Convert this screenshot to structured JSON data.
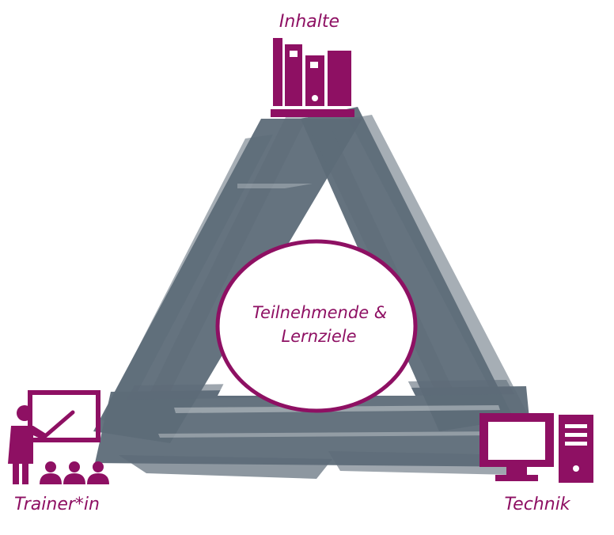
{
  "diagram": {
    "nodes": {
      "top": {
        "label": "Inhalte",
        "icon": "books-icon"
      },
      "left": {
        "label": "Trainer*in",
        "icon": "trainer-presentation-icon"
      },
      "right": {
        "label": "Technik",
        "icon": "computer-icon"
      }
    },
    "center": {
      "line1": "Teilnehmende &",
      "line2": "Lernziele"
    }
  },
  "colors": {
    "accent": "#8e1063",
    "brush": "#5d6b78",
    "background": "#ffffff"
  }
}
